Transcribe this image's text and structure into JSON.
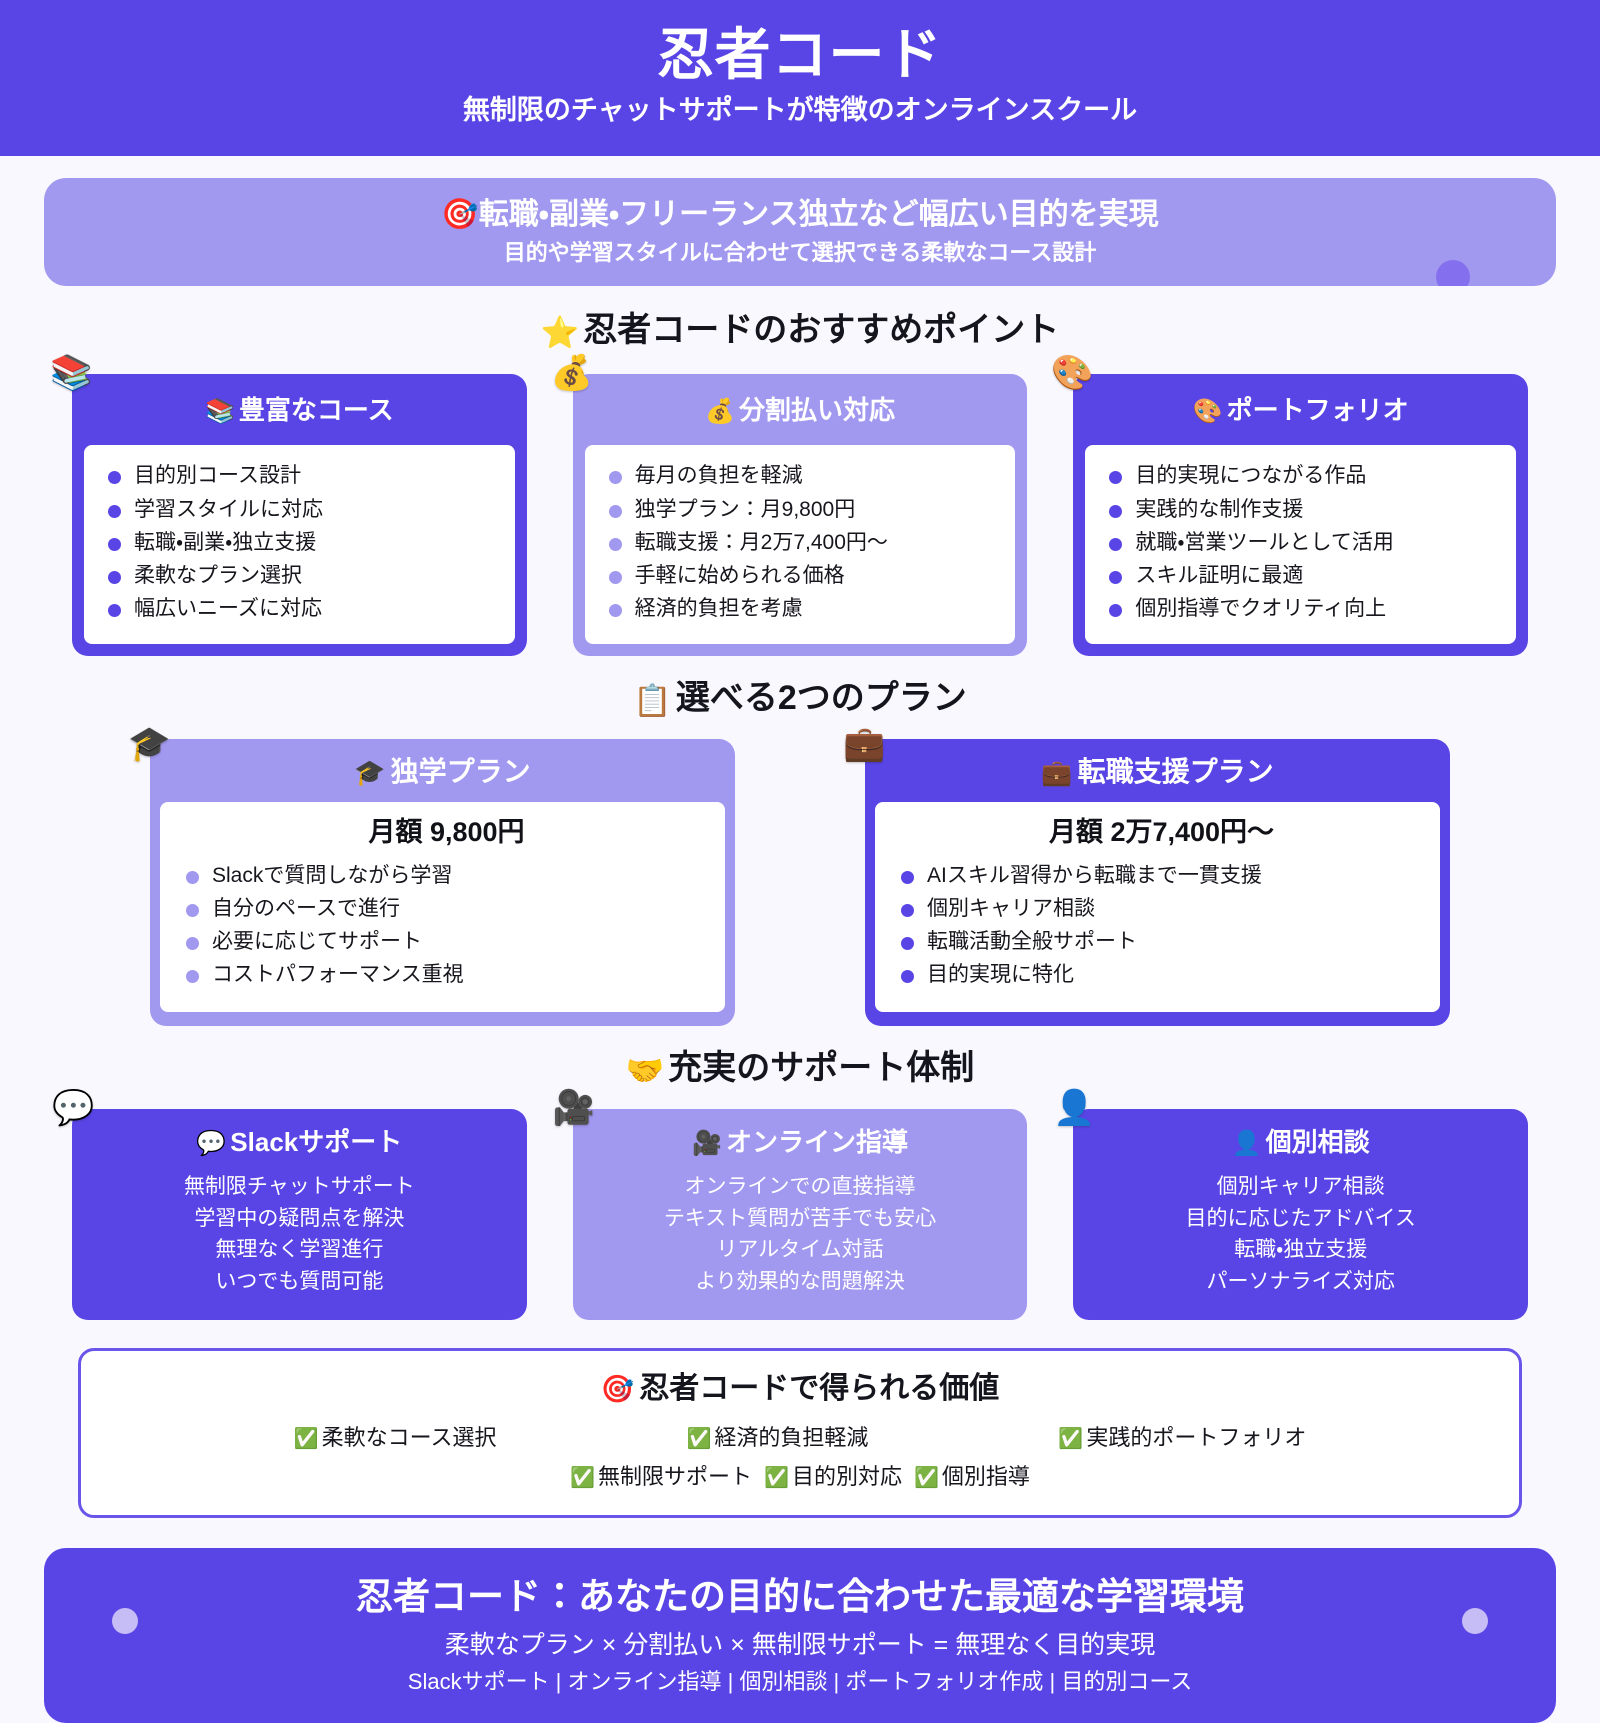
{
  "hero": {
    "title": "忍者コード",
    "subtitle": "無制限のチャットサポートが特徴のオンラインスクール",
    "bg_color": "#5945e6"
  },
  "banner": {
    "icon": "direct-hit-icon",
    "emoji": "🎯",
    "title": "転職・副業・フリーランス独立など幅広い目的を実現",
    "subtitle": "目的や学習スタイルに合わせて選択できる柔軟なコース設計",
    "bg_color": "#a198f0"
  },
  "points_section": {
    "emoji": "⭐",
    "icon": "star-icon",
    "heading": "忍者コードのおすすめポイント",
    "cards": [
      {
        "badge_emoji": "📚",
        "badge_icon": "books-icon",
        "title_emoji": "📚",
        "title": "豊富なコース",
        "theme": "dark",
        "items": [
          "目的別コース設計",
          "学習スタイルに対応",
          "転職・副業・独立支援",
          "柔軟なプラン選択",
          "幅広いニーズに対応"
        ]
      },
      {
        "badge_emoji": "💰",
        "badge_icon": "money-bag-icon",
        "title_emoji": "💰",
        "title": "分割払い対応",
        "theme": "light",
        "items": [
          "毎月の負担を軽減",
          "独学プラン：月9,800円",
          "転職支援：月2万7,400円〜",
          "手軽に始められる価格",
          "経済的負担を考慮"
        ]
      },
      {
        "badge_emoji": "🎨",
        "badge_icon": "artist-palette-icon",
        "title_emoji": "🎨",
        "title": "ポートフォリオ",
        "theme": "dark",
        "items": [
          "目的実現につながる作品",
          "実践的な制作支援",
          "就職・営業ツールとして活用",
          "スキル証明に最適",
          "個別指導でクオリティ向上"
        ]
      }
    ]
  },
  "plans_section": {
    "emoji": "📋",
    "icon": "clipboard-icon",
    "heading": "選べる2つのプラン",
    "plans": [
      {
        "badge_emoji": "🎓",
        "badge_icon": "graduation-cap-icon",
        "title_emoji": "🎓",
        "title": "独学プラン",
        "price": "月額 9,800円",
        "theme": "light",
        "items": [
          "Slackで質問しながら学習",
          "自分のペースで進行",
          "必要に応じてサポート",
          "コストパフォーマンス重視"
        ]
      },
      {
        "badge_emoji": "💼",
        "badge_icon": "briefcase-icon",
        "title_emoji": "💼",
        "title": "転職支援プラン",
        "price": "月額 2万7,400円〜",
        "theme": "dark",
        "items": [
          "AIスキル習得から転職まで一貫支援",
          "個別キャリア相談",
          "転職活動全般サポート",
          "目的実現に特化"
        ]
      }
    ]
  },
  "support_section": {
    "emoji": "🤝",
    "icon": "handshake-icon",
    "heading": "充実のサポート体制",
    "cards": [
      {
        "badge_emoji": "💬",
        "badge_icon": "speech-balloon-icon",
        "title_emoji": "💬",
        "title": "Slackサポート",
        "theme": "dark",
        "lines": [
          "無制限チャットサポート",
          "学習中の疑問点を解決",
          "無理なく学習進行",
          "いつでも質問可能"
        ]
      },
      {
        "badge_emoji": "🎥",
        "badge_icon": "movie-camera-icon",
        "title_emoji": "🎥",
        "title": "オンライン指導",
        "theme": "light",
        "lines": [
          "オンラインでの直接指導",
          "テキスト質問が苦手でも安心",
          "リアルタイム対話",
          "より効果的な問題解決"
        ]
      },
      {
        "badge_emoji": "👤",
        "badge_icon": "bust-in-silhouette-icon",
        "title_emoji": "👤",
        "title": "個別相談",
        "theme": "dark",
        "lines": [
          "個別キャリア相談",
          "目的に応じたアドバイス",
          "転職・独立支援",
          "パーソナライズ対応"
        ]
      }
    ]
  },
  "value_section": {
    "emoji": "🎯",
    "icon": "direct-hit-icon",
    "heading": "忍者コードで得られる価値",
    "check_emoji": "✅",
    "check_icon": "check-mark-button-icon",
    "row1": [
      "柔軟なコース選択",
      "経済的負担軽減",
      "実践的ポートフォリオ"
    ],
    "row2": [
      "無制限サポート",
      "目的別対応",
      "個別指導"
    ],
    "border_color": "#6a55ea"
  },
  "footer": {
    "title": "忍者コード：あなたの目的に合わせた最適な学習環境",
    "line1": "柔軟なプラン × 分割払い × 無制限サポート = 無理なく目的実現",
    "line2": "Slackサポート | オンライン指導 | 個別相談 | ポートフォリオ作成 | 目的別コース",
    "bg_color": "#5945e6"
  }
}
